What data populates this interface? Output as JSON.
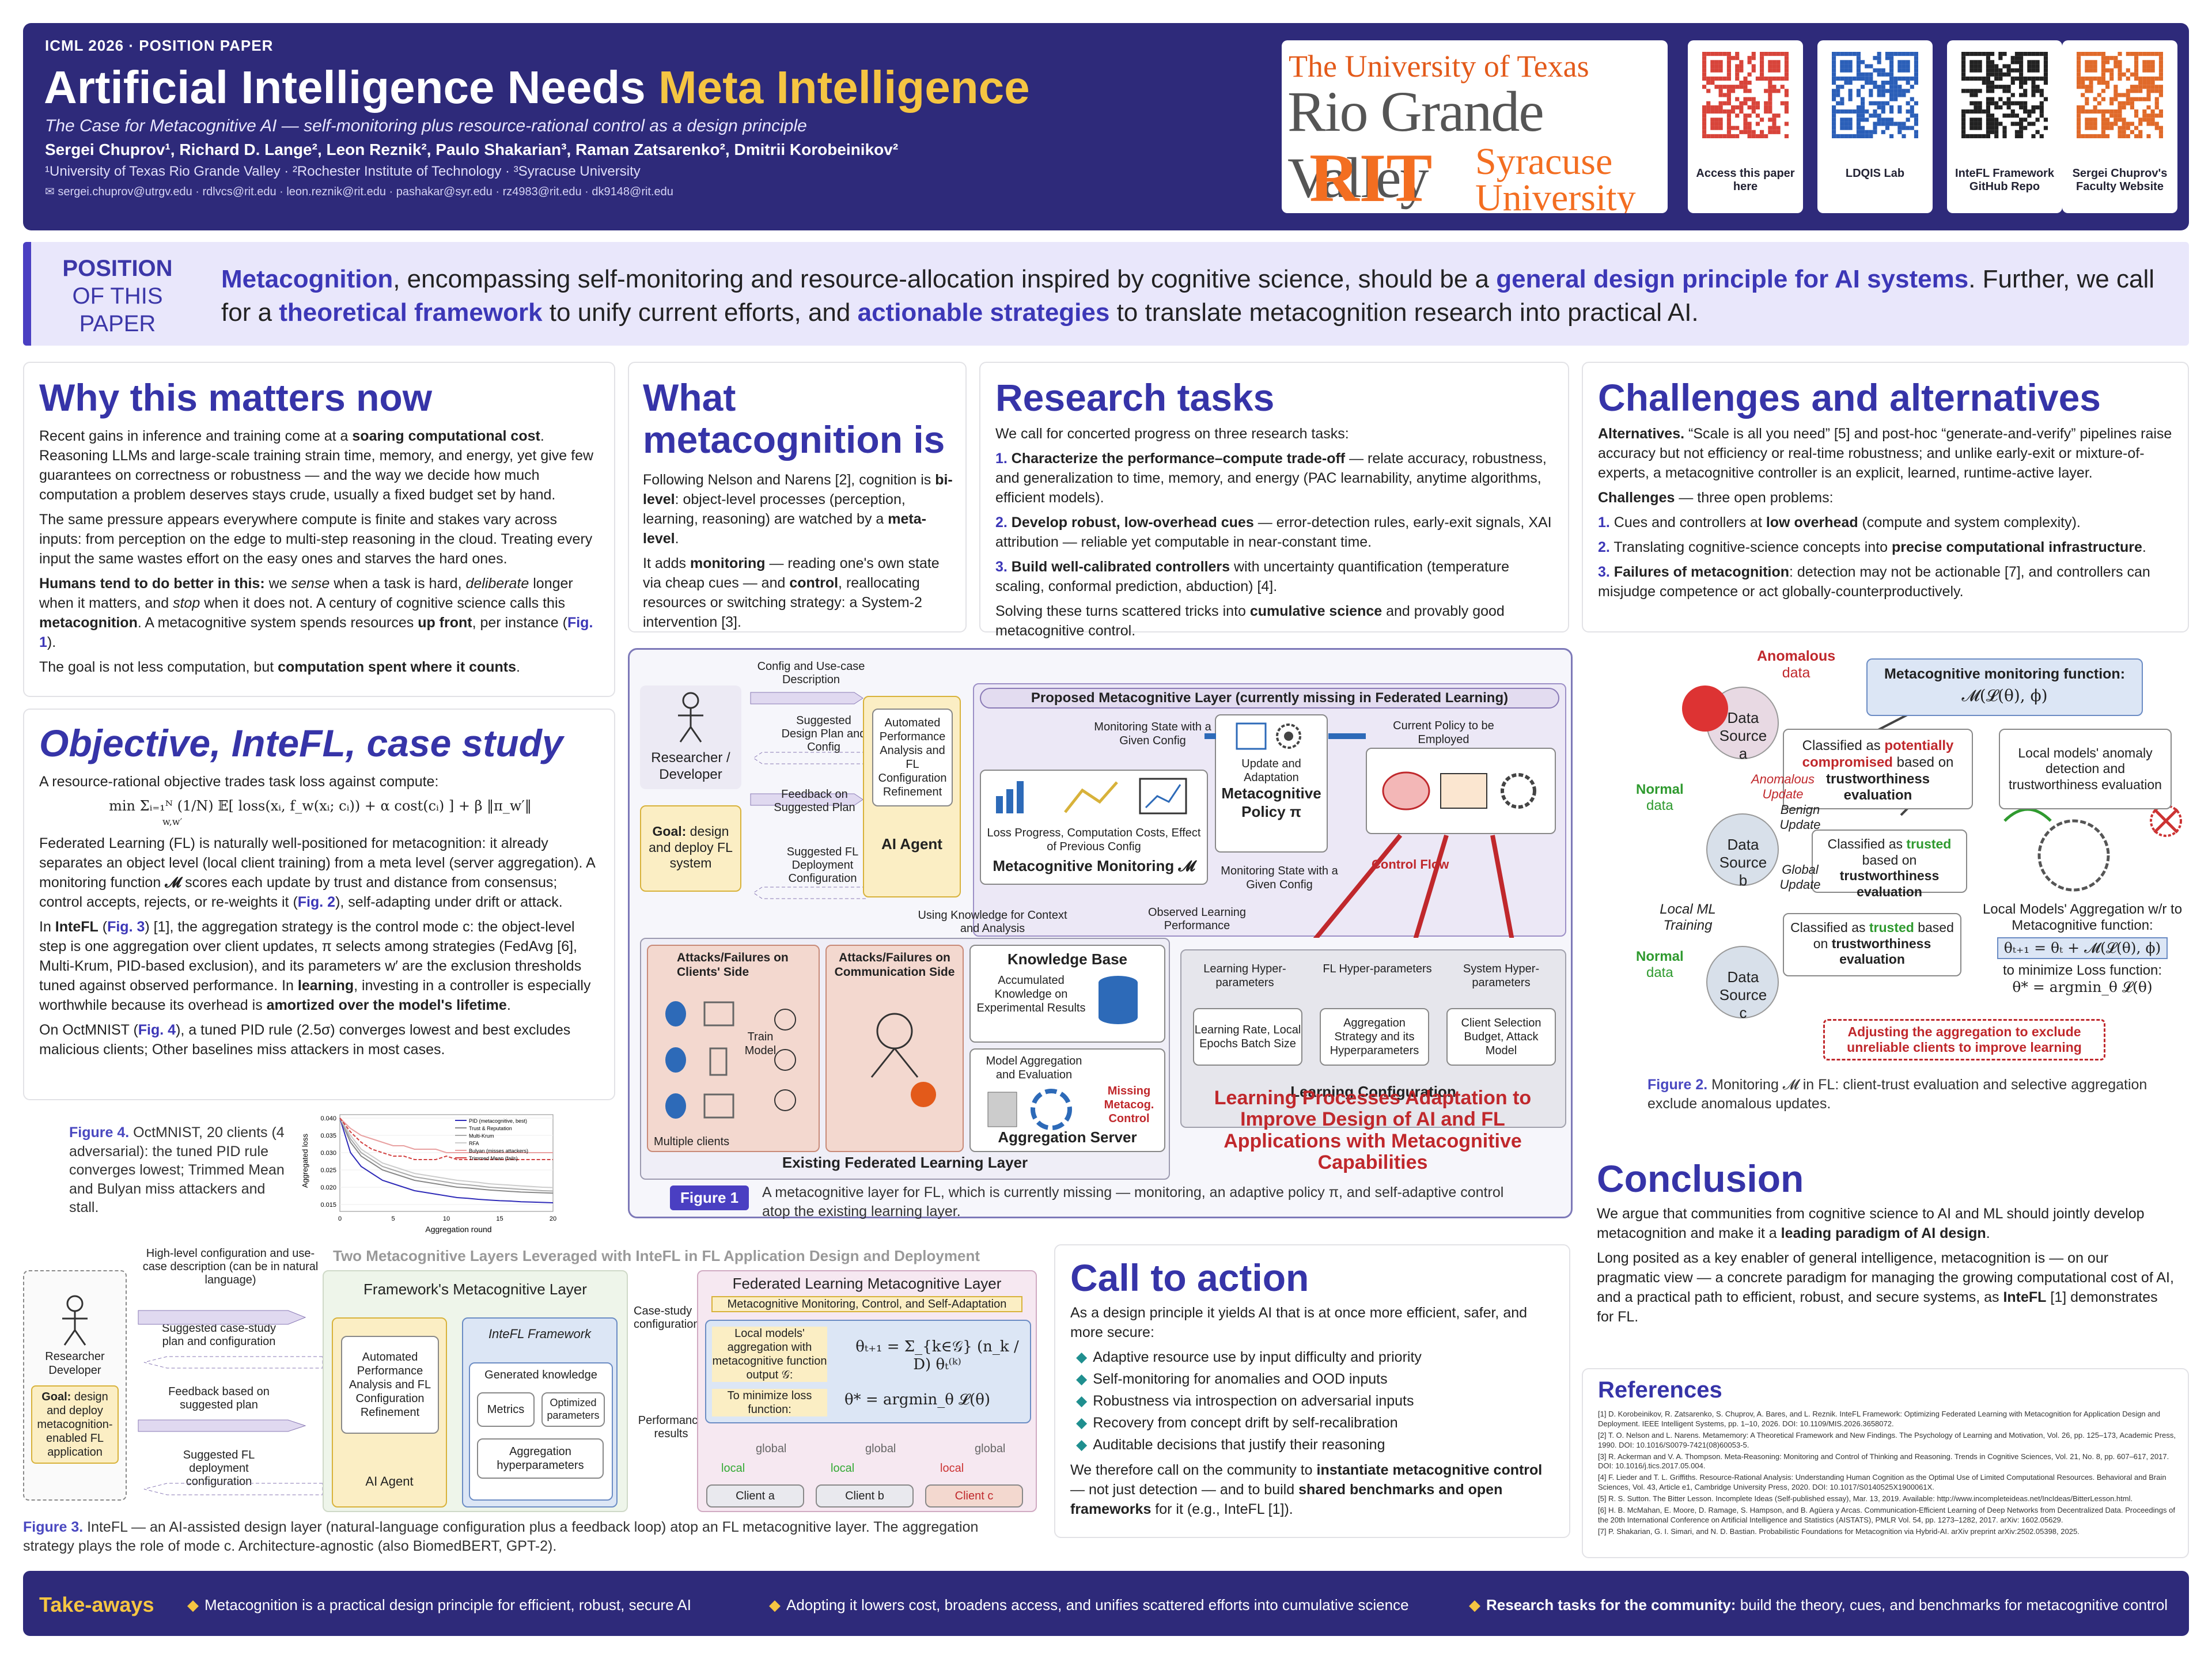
{
  "header": {
    "venue": "ICML 2026 · POSITION PAPER",
    "title_main": "Artificial Intelligence Needs",
    "title_accent": "Meta Intelligence",
    "subtitle": "The Case for Metacognitive AI — self-monitoring plus resource-rational control as a design principle",
    "authors": "Sergei Chuprov¹, Richard D. Lange², Leon Reznik², Paulo Shakarian³, Raman Zatsarenko², Dmitrii Korobeinikov²",
    "affiliations": "¹University of Texas Rio Grande Valley  ·  ²Rochester Institute of Technology  ·  ³Syracuse University",
    "emails": "✉ sergei.chuprov@utrgv.edu  ·  rdlvcs@rit.edu  ·  leon.reznik@rit.edu  ·  pashakar@syr.edu  ·  rz4983@rit.edu  ·  dk9148@rit.edu",
    "logo": {
      "utrgv_top": "The University of Texas",
      "utrgv_bottom": "Rio Grande Valley",
      "rit": "RIT",
      "syracuse_1": "Syracuse",
      "syracuse_2": "University"
    },
    "qr_codes": [
      {
        "label": "Access this paper here",
        "color": "#d8443a"
      },
      {
        "label": "LDQIS Lab",
        "color": "#2b5fb8"
      },
      {
        "label": "InteFL Framework GitHub Repo",
        "color": "#222222"
      },
      {
        "label": "Sergei Chuprov's Faculty Website",
        "color": "#e06a2a"
      }
    ]
  },
  "position": {
    "label_1": "POSITION",
    "label_2": "OF THIS",
    "label_3": "PAPER",
    "t1": "Metacognition",
    "t2": ", encompassing self-monitoring and resource-allocation inspired by cognitive science, should be a ",
    "t3": "general design principle for AI systems",
    "t4": ". Further, we call for a ",
    "t5": "theoretical framework",
    "t6": " to unify current efforts, and ",
    "t7": "actionable strategies",
    "t8": " to translate metacognition research into practical AI."
  },
  "why": {
    "title": "Why this matters now",
    "p1a": "Recent gains in inference and training come at a ",
    "p1b": "soaring computational cost",
    "p1c": ". Reasoning LLMs and large-scale training strain time, memory, and energy, yet give few guarantees on correctness or robustness — and the way we decide how much computation a problem deserves stays crude, usually a fixed budget set by hand.",
    "p2": "The same pressure appears everywhere compute is finite and stakes vary across inputs: from perception on the edge to multi-step reasoning in the cloud. Treating every input the same wastes effort on the easy ones and starves the hard ones.",
    "p3a": "Humans tend to do better in this:",
    "p3b": " we ",
    "p3c": "sense",
    "p3d": " when a task is hard, ",
    "p3e": "deliberate",
    "p3f": " longer when it matters, and ",
    "p3g": "stop",
    "p3h": " when it does not. A century of cognitive science calls this ",
    "p3i": "metacognition",
    "p3j": ". A metacognitive system spends resources ",
    "p3k": "up front",
    "p3l": ", per instance (",
    "p3m": "Fig. 1",
    "p3n": ").",
    "p4a": "The goal is not less computation, but ",
    "p4b": "computation spent where it counts",
    "p4c": "."
  },
  "objective": {
    "title": "Objective, InteFL, case study",
    "intro": "A resource-rational objective trades task loss against compute:",
    "formula": "min  Σᵢ₌₁ᴺ (1/N) 𝔼[ loss(xᵢ, f_w(xᵢ; cᵢ)) + α cost(cᵢ) ] + β ‖π_w′‖",
    "formula_sub": "w,w′",
    "p1a": "Federated Learning (FL) is naturally well-positioned for metacognition: it already separates an object level (local client training) from a meta level (server aggregation). A monitoring function ",
    "p1b": "𝓜",
    "p1c": " scores each update by trust and distance from consensus; control accepts, rejects, or re-weights it (",
    "p1d": "Fig. 2",
    "p1e": "), self-adapting under drift or attack.",
    "p2a": "In ",
    "p2b": "InteFL",
    "p2c": " (",
    "p2d": "Fig. 3",
    "p2e": ") [1], the aggregation strategy is the control mode c: the object-level step is one aggregation over client updates, π selects among strategies (FedAvg [6], Multi-Krum, PID-based exclusion), and its parameters w′ are the exclusion thresholds tuned against observed performance. In ",
    "p2f": "learning",
    "p2g": ", investing in a controller is especially worthwhile because its overhead is ",
    "p2h": "amortized over the model's lifetime",
    "p2i": ".",
    "p3a": "On OctMNIST (",
    "p3b": "Fig. 4",
    "p3c": "), a tuned PID rule (2.5σ) converges lowest and best excludes malicious clients; Other baselines miss attackers in most cases."
  },
  "fig4": {
    "label": "Figure 4.",
    "caption": " OctMNIST, 20 clients (4 adversarial): the tuned PID rule converges lowest; Trimmed Mean and Bulyan miss attackers and stall."
  },
  "chart_data": {
    "type": "line",
    "title": "",
    "xlabel": "Aggregation round",
    "ylabel": "Aggregated loss",
    "xlim": [
      0,
      20
    ],
    "ylim": [
      0.013,
      0.041
    ],
    "x_ticks": [
      0,
      5,
      10,
      15,
      20
    ],
    "y_ticks": [
      0.015,
      0.02,
      0.025,
      0.03,
      0.035,
      0.04
    ],
    "x": [
      0,
      1,
      2,
      3,
      4,
      5,
      6,
      7,
      8,
      9,
      10,
      11,
      12,
      13,
      14,
      15,
      16,
      17,
      18,
      19,
      20
    ],
    "series": [
      {
        "name": "PID (metacognitive, best)",
        "color": "#2e2ab8",
        "values": [
          0.04,
          0.03,
          0.026,
          0.024,
          0.022,
          0.021,
          0.02,
          0.019,
          0.0185,
          0.018,
          0.0175,
          0.017,
          0.0168,
          0.0165,
          0.0163,
          0.0161,
          0.016,
          0.0158,
          0.0157,
          0.0156,
          0.0155
        ]
      },
      {
        "name": "Trust & Reputation",
        "color": "#888888",
        "values": [
          0.04,
          0.033,
          0.029,
          0.027,
          0.025,
          0.024,
          0.023,
          0.022,
          0.0215,
          0.021,
          0.0205,
          0.02,
          0.0198,
          0.0195,
          0.0192,
          0.019,
          0.0188,
          0.0186,
          0.0185,
          0.0184,
          0.0183
        ]
      },
      {
        "name": "Multi-Krum",
        "color": "#aaaaaa",
        "values": [
          0.04,
          0.034,
          0.03,
          0.028,
          0.026,
          0.025,
          0.024,
          0.023,
          0.0225,
          0.022,
          0.0215,
          0.021,
          0.0207,
          0.0204,
          0.02,
          0.0198,
          0.0196,
          0.0194,
          0.0192,
          0.019,
          0.0189
        ]
      },
      {
        "name": "RFA",
        "color": "#cccccc",
        "values": [
          0.04,
          0.035,
          0.031,
          0.029,
          0.027,
          0.026,
          0.025,
          0.024,
          0.0235,
          0.023,
          0.0225,
          0.022,
          0.0217,
          0.0214,
          0.021,
          0.0208,
          0.0206,
          0.0204,
          0.0202,
          0.02,
          0.0199
        ]
      },
      {
        "name": "Bulyan (misses attackers)",
        "color": "#e8a0a0",
        "values": [
          0.04,
          0.037,
          0.035,
          0.034,
          0.033,
          0.032,
          0.032,
          0.031,
          0.031,
          0.031,
          0.03,
          0.03,
          0.03,
          0.03,
          0.03,
          0.03,
          0.03,
          0.03,
          0.03,
          0.03,
          0.03
        ]
      },
      {
        "name": "Trimmed Mean (fails)",
        "color": "#d24040",
        "values": [
          0.04,
          0.036,
          0.033,
          0.031,
          0.03,
          0.029,
          0.029,
          0.028,
          0.028,
          0.028,
          0.029,
          0.028,
          0.028,
          0.028,
          0.028,
          0.028,
          0.028,
          0.028,
          0.028,
          0.028,
          0.028
        ]
      }
    ]
  },
  "metacog": {
    "title_1": "What",
    "title_2": "metacognition is",
    "p1a": "Following Nelson and Narens [2], cognition is ",
    "p1b": "bi-level",
    "p1c": ": object-level processes (perception, learning, reasoning) are watched by a ",
    "p1d": "meta-level",
    "p1e": ".",
    "p2a": "It adds ",
    "p2b": "monitoring",
    "p2c": " — reading one's own state via cheap cues — and ",
    "p2d": "control",
    "p2e": ", reallocating resources or switching strategy: a System-2 intervention [3]."
  },
  "research": {
    "title": "Research tasks",
    "intro": "We call for concerted progress on three research tasks:",
    "t1a": "1.",
    "t1b": " Characterize the performance–compute trade-off",
    "t1c": " — relate accuracy, robustness, and generalization to time, memory, and energy (PAC learnability, anytime algorithms, efficient models).",
    "t2a": "2.",
    "t2b": " Develop robust, low-overhead cues",
    "t2c": " — error-detection rules, early-exit signals, XAI attribution — reliable yet computable in near-constant time.",
    "t3a": "3.",
    "t3b": " Build well-calibrated controllers",
    "t3c": " with uncertainty quantification (temperature scaling, conformal prediction, abduction) [4].",
    "outro_a": "Solving these turns scattered tricks into ",
    "outro_b": "cumulative science",
    "outro_c": " and provably good metacognitive control."
  },
  "challenges": {
    "title": "Challenges and alternatives",
    "alt_a": "Alternatives.",
    "alt_b": " “Scale is all you need” [5] and post-hoc “generate-and-verify” pipelines raise accuracy but not efficiency or real-time robustness; and unlike early-exit or mixture-of-experts, a metacognitive controller is an explicit, learned, runtime-active layer.",
    "ch_a": "Challenges",
    "ch_b": " — three open problems:",
    "c1a": "1.",
    "c1b": " Cues and controllers at ",
    "c1c": "low overhead",
    "c1d": " (compute and system complexity).",
    "c2a": "2.",
    "c2b": " Translating cognitive-science concepts into ",
    "c2c": "precise computational infrastructure",
    "c2d": ".",
    "c3a": "3.",
    "c3b": " Failures of metacognition",
    "c3c": ": detection may not be actionable [7], and controllers can misjudge competence or act globally-counterproductively."
  },
  "fig1": {
    "config": "Config and Use-case Description",
    "researcher": "Researcher / Developer",
    "goal_a": "Goal:",
    "goal_b": " design and deploy FL system",
    "suggested_design": "Suggested Design Plan and Config",
    "feedback": "Feedback on Suggested Plan",
    "suggested_fl": "Suggested FL Deployment Configuration",
    "auto_perf": "Automated Performance Analysis and FL Configuration Refinement",
    "ai_agent": "AI Agent",
    "proposed": "Proposed Metacognitive Layer (currently missing in Federated Learning)",
    "monitoring_state": "Monitoring State with a Given Config",
    "update_adapt": "Update and Adaptation",
    "policy": "Metacognitive Policy π",
    "current_policy": "Current Policy to be Employed",
    "loss_progress": "Loss Progress, Computation Costs, Effect of Previous Config",
    "monitoring": "Metacognitive Monitoring 𝓜",
    "monitoring_state_2": "Monitoring State with a Given Config",
    "control_flow": "Control Flow",
    "using_knowledge": "Using Knowledge for Context and Analysis",
    "observed": "Observed Learning Performance",
    "attacks_clients": "Attacks/Failures on Clients' Side",
    "attacks_comm": "Attacks/Failures on Communication Side",
    "train_model": "Train Model",
    "multiple_clients": "Multiple clients",
    "knowledge_base": "Knowledge Base",
    "accumulated": "Accumulated Knowledge on Experimental Results",
    "model_agg": "Model Aggregation and Evaluation",
    "missing_control": "Missing Metacog. Control",
    "agg_server": "Aggregation Server",
    "existing": "Existing Federated Learning Layer",
    "lhp": "Learning Hyper-parameters",
    "flhp": "FL Hyper-parameters",
    "shp": "System Hyper-parameters",
    "lr": "Learning Rate, Local Epochs Batch Size",
    "aggst": "Aggregation Strategy and its Hyperparameters",
    "csb": "Client Selection Budget, Attack Model",
    "learning_config": "Learning Configuration",
    "adapt_title": "Learning Processes Adaptation to Improve Design of AI and FL Applications with Metacognitive Capabilities",
    "fig_label": "Figure 1",
    "caption": "A metacognitive layer for FL, which is currently missing — monitoring, an adaptive policy π, and self-adaptive control atop the existing learning layer."
  },
  "fig2": {
    "anomalous": "Anomalous",
    "data": "data",
    "ds_a": "Data Source a",
    "ds_b": "Data Source b",
    "ds_c": "Data Source c",
    "normal": "Normal",
    "mon_fn_1": "Metacognitive monitoring function:",
    "mon_fn_2": "𝓜(𝓛(θ), ϕ)",
    "class_a_1": "Classified as ",
    "class_a_2": "potentially compromised",
    "class_a_3": " based on ",
    "class_a_4": "trustworthiness evaluation",
    "class_b_1": "Classified as ",
    "class_b_2": "trusted",
    "class_b_3": " based on ",
    "class_b_4": "trustworthiness evaluation",
    "local_models": "Local models' anomaly detection and trustworthiness evaluation",
    "anomalous_update": "Anomalous Update",
    "benign_update": "Benign Update",
    "global_update": "Global Update",
    "local_ml": "Local ML Training",
    "agg_wrt": "Local Models' Aggregation w/r to Metacognitive function:",
    "agg_formula": "θₜ₊₁ = θₜ + 𝓜(𝓛(θ), ϕ)",
    "min_loss": "to minimize Loss function:",
    "min_formula": "θ* = argmin_θ 𝓛(θ)",
    "adjusting": "Adjusting the aggregation to exclude unreliable clients to improve learning",
    "label": "Figure 2.",
    "caption": " Monitoring 𝓜 in FL: client-trust evaluation and selective aggregation exclude anomalous updates."
  },
  "conclusion": {
    "title": "Conclusion",
    "p1a": "We argue that communities from cognitive science to AI and ML should jointly develop metacognition and make it a ",
    "p1b": "leading paradigm of AI design",
    "p1c": ".",
    "p2a": "Long posited as a key enabler of general intelligence, metacognition is — on our pragmatic view — a concrete paradigm for managing the growing computational cost of AI, and a practical path to efficient, robust, and secure systems, as ",
    "p2b": "InteFL",
    "p2c": " [1] demonstrates for FL."
  },
  "references": {
    "title": "References",
    "items": [
      "[1] D. Korobeinikov, R. Zatsarenko, S. Chuprov, A. Bares, and L. Reznik. InteFL Framework: Optimizing Federated Learning with Metacognition for Application Design and Deployment. IEEE Intelligent Systems, pp. 1–10, 2026. DOI: 10.1109/MIS.2026.3658072.",
      "[2] T. O. Nelson and L. Narens. Metamemory: A Theoretical Framework and New Findings. The Psychology of Learning and Motivation, Vol. 26, pp. 125–173, Academic Press, 1990. DOI: 10.1016/S0079-7421(08)60053-5.",
      "[3] R. Ackerman and V. A. Thompson. Meta-Reasoning: Monitoring and Control of Thinking and Reasoning. Trends in Cognitive Sciences, Vol. 21, No. 8, pp. 607–617, 2017. DOI: 10.1016/j.tics.2017.05.004.",
      "[4] F. Lieder and T. L. Griffiths. Resource-Rational Analysis: Understanding Human Cognition as the Optimal Use of Limited Computational Resources. Behavioral and Brain Sciences, Vol. 43, Article e1, Cambridge University Press, 2020. DOI: 10.1017/S0140525X1900061X.",
      "[5] R. S. Sutton. The Bitter Lesson. Incomplete Ideas (Self-published essay), Mar. 13, 2019. Available: http://www.incompleteideas.net/IncIdeas/BitterLesson.html.",
      "[6] H. B. McMahan, E. Moore, D. Ramage, S. Hampson, and B. Agüera y Arcas. Communication-Efficient Learning of Deep Networks from Decentralized Data. Proceedings of the 20th International Conference on Artificial Intelligence and Statistics (AISTATS), PMLR Vol. 54, pp. 1273–1282, 2017. arXiv: 1602.05629.",
      "[7] P. Shakarian, G. I. Simari, and N. D. Bastian. Probabilistic Foundations for Metacognition via Hybrid-AI. arXiv preprint arXiv:2502.05398, 2025."
    ]
  },
  "fig3": {
    "banner": "Two Metacognitive Layers Leveraged with InteFL in FL Application Design and Deployment",
    "hl_config": "High-level configuration and use-case description (can be in natural language)",
    "suggested_case": "Suggested case-study plan and configuration",
    "feedback": "Feedback based on suggested plan",
    "suggested_fl": "Suggested FL deployment configuration",
    "researcher": "Researcher Developer",
    "goal_a": "Goal:",
    "goal_b": " design and deploy metacognition-enabled FL application",
    "frameworks_layer": "Framework's Metacognitive Layer",
    "auto_perf": "Automated Performance Analysis and FL Configuration Refinement",
    "ai_agent": "AI Agent",
    "intefl": "InteFL Framework",
    "gen_knowledge": "Generated knowledge",
    "metrics": "Metrics",
    "optimized": "Optimized parameters",
    "agg_hp": "Aggregation hyperparameters",
    "case_study": "Case-study configuration",
    "perf_results": "Performance results",
    "fl_meta_layer": "Federated Learning Metacognitive Layer",
    "fl_meta_sub": "Metacognitive Monitoring, Control, and Self-Adaptation",
    "local_models_agg": "Local models' aggregation with metacognitive function output 𝒢:",
    "agg_eq": "θₜ₊₁ = Σ_{k∈𝒢} (n_k / D) θₜ⁽ᵏ⁾",
    "to_minimize": "To minimize loss function:",
    "min_eq": "θ* = argmin_θ 𝓛(θ)",
    "global": "global",
    "local": "local",
    "client_a": "Client a",
    "client_b": "Client b",
    "client_c": "Client c",
    "label": "Figure 3.",
    "caption": " InteFL — an AI-assisted design layer (natural-language configuration plus a feedback loop) atop an FL metacognitive layer. The aggregation strategy plays the role of mode c. Architecture-agnostic (also BiomedBERT, GPT-2)."
  },
  "cta": {
    "title": "Call to action",
    "intro": "As a design principle it yields AI that is at once more efficient, safer, and more secure:",
    "items": [
      "Adaptive resource use by input difficulty and priority",
      "Self-monitoring for anomalies and OOD inputs",
      "Robustness via introspection on adversarial inputs",
      "Recovery from concept drift by self-recalibration",
      "Auditable decisions that justify their reasoning"
    ],
    "outro_a": "We therefore call on the community to ",
    "outro_b": "instantiate metacognitive control",
    "outro_c": " — not just detection — and to build ",
    "outro_d": "shared benchmarks and open frameworks",
    "outro_e": " for it (e.g., InteFL [1])."
  },
  "takeaways": {
    "label": "Take-aways",
    "i1": "Metacognition is a practical design principle for efficient, robust, secure AI",
    "i2": "Adopting it lowers cost, broadens access, and unifies scattered efforts into cumulative science",
    "i3a": "Research tasks for the community:",
    "i3b": " build the theory, cues, and benchmarks for metacognitive control"
  }
}
